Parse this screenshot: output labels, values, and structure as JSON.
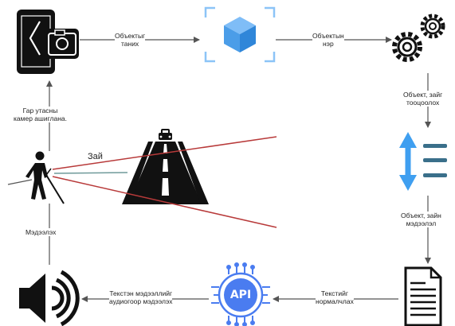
{
  "labels": {
    "detect": "Объектыг\nтаних",
    "name": "Объектын\nнэр",
    "calc": "Объект, зайг\nтооцоолох",
    "info": "Объект, зайн\nмэдээлэл",
    "normalize": "Текстийг\nнормалчлах",
    "tts": "Текстэн мэдээллийг\nаудиогоор мэдээлэх",
    "notify": "Мэдээлэх",
    "camera": "Гар утасны\nкамер ашиглана.",
    "distance": "Зай",
    "api": "API"
  },
  "colors": {
    "ink": "#111111",
    "arrow": "#555555",
    "blue_icon": "#3f9ff0",
    "cube": "#5aa9f5",
    "frame": "#8cc4f7",
    "red_line": "#b83a3a",
    "teal_line": "#6f9a9a",
    "chip": "#4a7cf0"
  }
}
